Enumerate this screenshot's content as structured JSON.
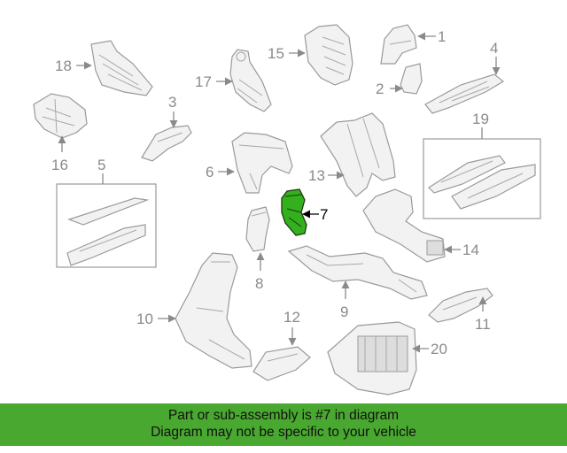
{
  "diagram": {
    "highlighted_part": "7",
    "highlight_color": "#33b01e",
    "callouts": [
      "1",
      "2",
      "3",
      "4",
      "5",
      "6",
      "7",
      "8",
      "9",
      "10",
      "11",
      "12",
      "13",
      "14",
      "15",
      "16",
      "17",
      "18",
      "19",
      "20"
    ]
  },
  "banner": {
    "line1": "Part or sub-assembly is #7 in diagram",
    "line2": "Diagram may not be specific to your vehicle",
    "background": "#49a830"
  }
}
